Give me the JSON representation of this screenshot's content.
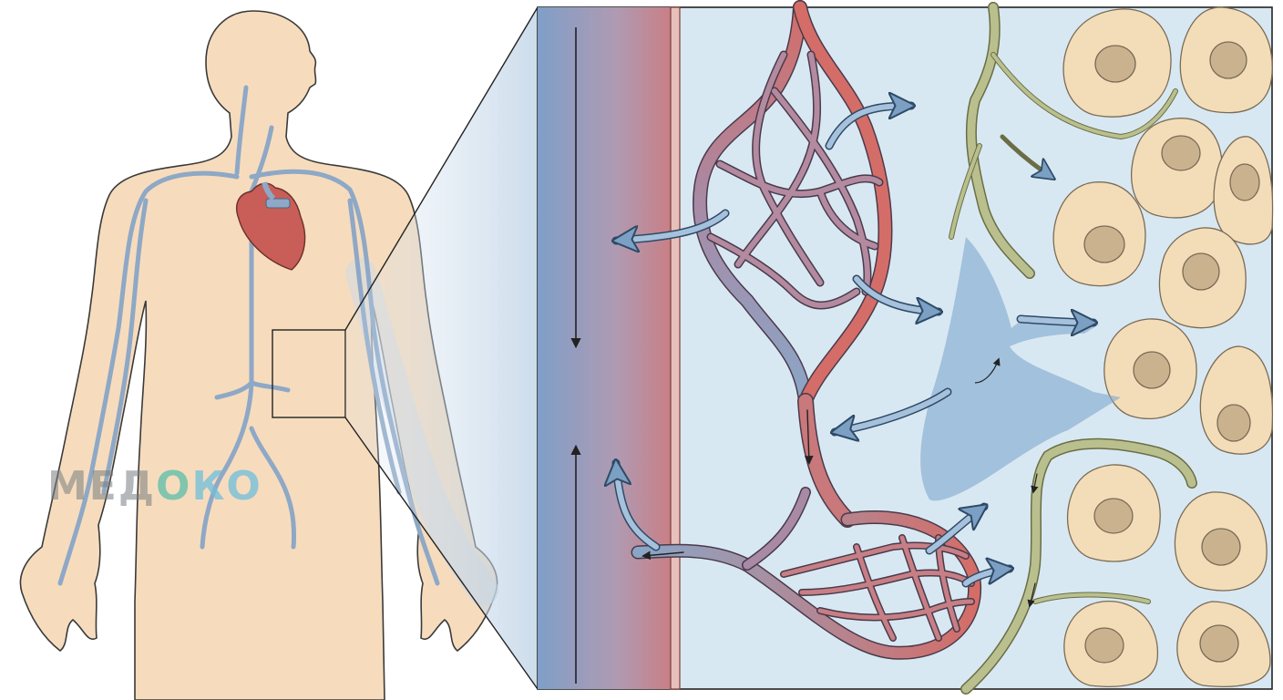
{
  "watermark": {
    "part1": "МЕД",
    "part2": "О",
    "part3": "К",
    "part4": "О"
  },
  "colors": {
    "skin": "#f6dcbd",
    "vein": "#8ea8c6",
    "artery": "#d1706b",
    "heart": "#c85e57",
    "interstitial": "#d8e8f2",
    "lymph": "#b9c08e",
    "cell": "#f3ddb8",
    "nucleus": "#cbb28f",
    "fluid_arrow": "#7ba0c4"
  },
  "icons": [
    "heart-icon",
    "down-arrow-icon",
    "up-arrow-icon",
    "diffusion-arrow-icon"
  ]
}
